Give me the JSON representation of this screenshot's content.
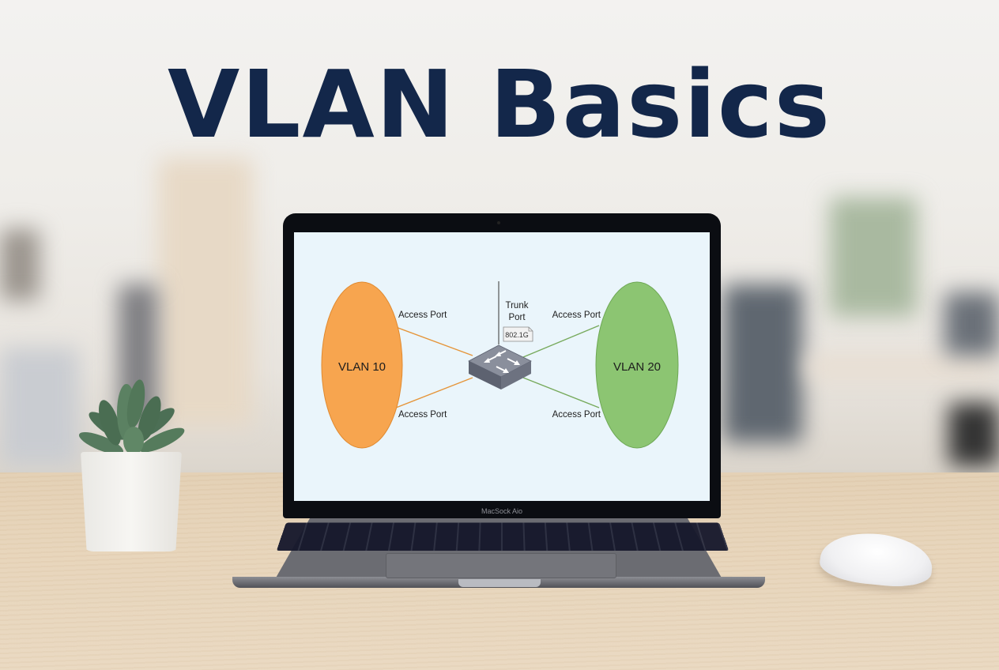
{
  "title": "VLAN Basics",
  "laptop": {
    "brand_label": "MacSock Aio"
  },
  "diagram": {
    "background": "#eaf5fb",
    "left_group": {
      "label": "VLAN 10",
      "fill": "#f7a54f",
      "stroke": "#e08a30",
      "link_color": "#e5953a"
    },
    "right_group": {
      "label": "VLAN 20",
      "fill": "#8cc572",
      "stroke": "#6ea855",
      "link_color": "#77aa5c"
    },
    "left_ports": [
      "Access Port",
      "Access Port"
    ],
    "right_ports": [
      "Access Port",
      "Access Port"
    ],
    "trunk": {
      "label_line1": "Trunk",
      "label_line2": "Port",
      "tag": "802.1G"
    },
    "switch": {
      "color": "#7a7f8c"
    }
  },
  "scene": {
    "title_color": "#13274a",
    "objects": [
      "succulent-plant",
      "laptop",
      "mouse",
      "desk"
    ]
  }
}
